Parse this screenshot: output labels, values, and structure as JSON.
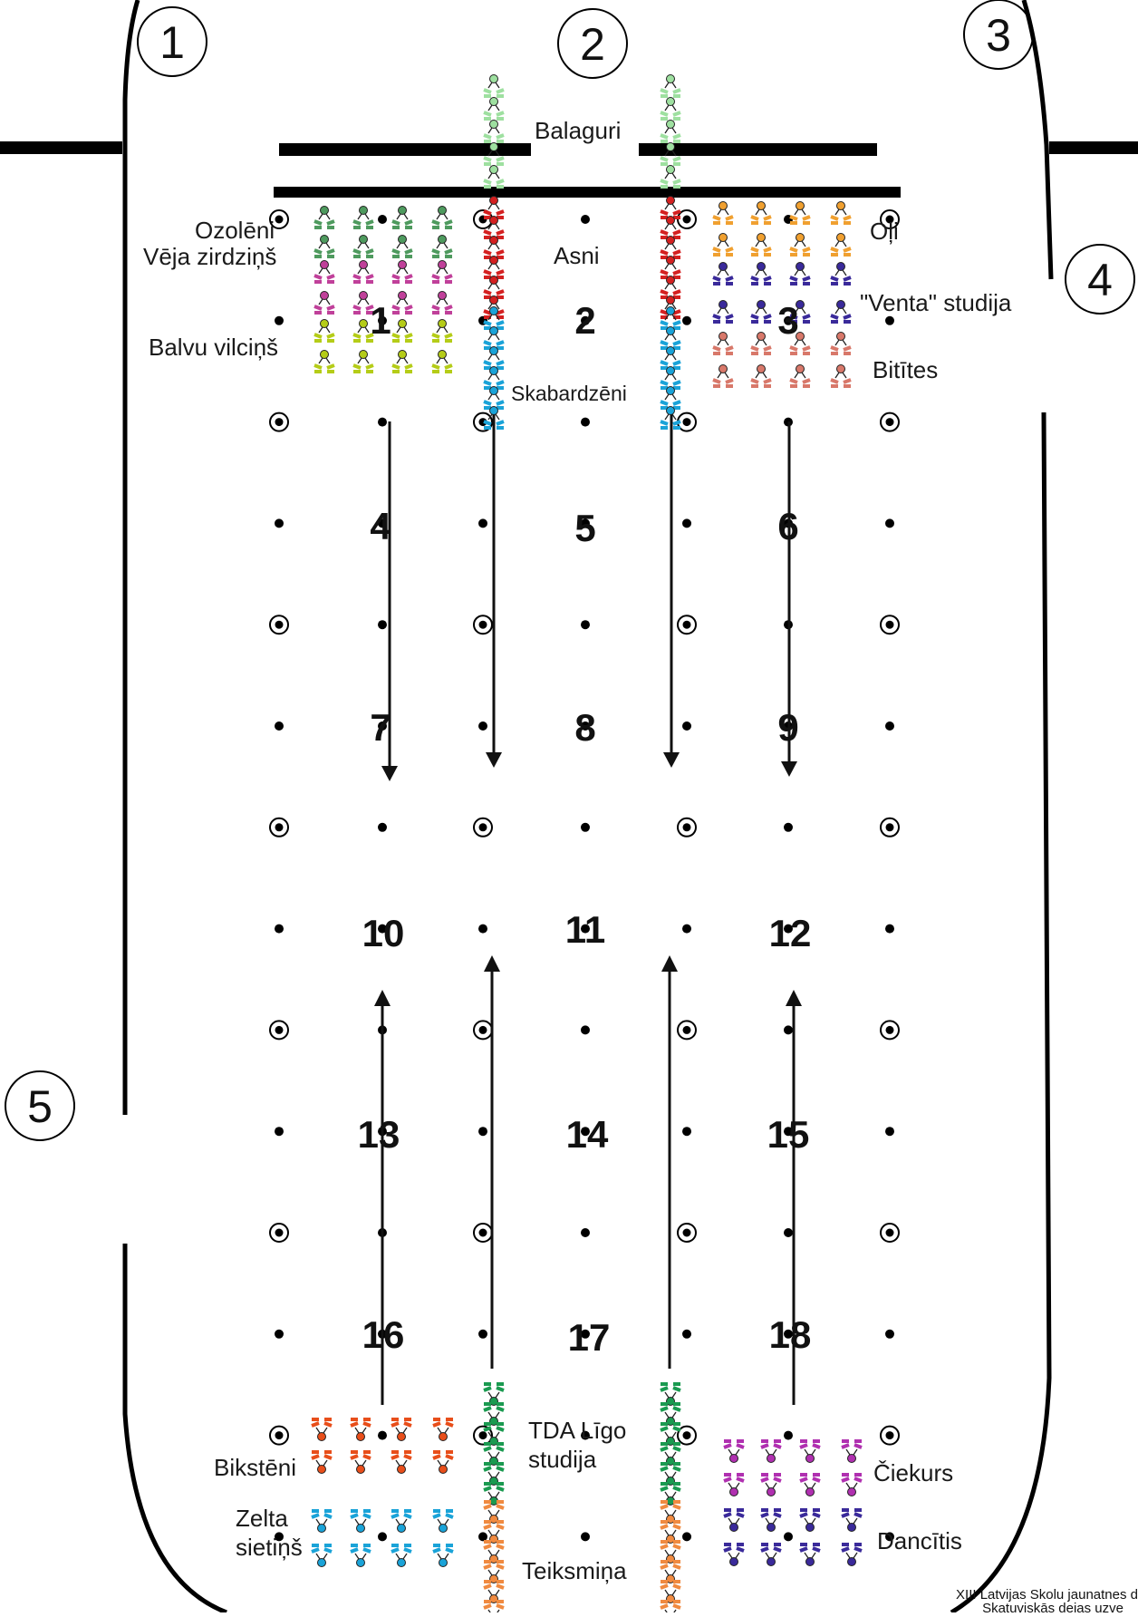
{
  "entrances": [
    "1",
    "2",
    "3",
    "4",
    "5"
  ],
  "zones": [
    "1",
    "2",
    "3",
    "4",
    "5",
    "6",
    "7",
    "8",
    "9",
    "10",
    "11",
    "12",
    "13",
    "14",
    "15",
    "16",
    "17",
    "18"
  ],
  "groups": {
    "balaguri": "Balaguri",
    "ozoleni": "Ozolēni",
    "veja_zirdzins": "Vēja zirdziņš",
    "balvu_vilcins": "Balvu vilciņš",
    "asni": "Asni",
    "skabardzeni": "Skabardzēni",
    "oli": "Oļi",
    "venta": "\"Venta\" studija",
    "bitites": "Bitītes",
    "bikstenī": "Bikstēni",
    "zelta_1": "Zelta",
    "zelta_2": "sietiņš",
    "tda_1": "TDA Līgo",
    "tda_2": "studija",
    "teiksmina": "Teiksmiņa",
    "ciekurs": "Čiekurs",
    "dancitis": "Dancītis"
  },
  "footer": {
    "line1": "XIII Latvijas Skolu jaunatnes d",
    "line2": "Skatuviskās dejas uzve"
  },
  "colors": {
    "ozoleni": "#4e9a5e",
    "veja_zirdzins": "#c0409a",
    "balvu_vilcins": "#b5cc18",
    "oli": "#f0a030",
    "venta": "#3a2a9a",
    "bitites": "#d8786a",
    "balaguri": "#9ee0a0",
    "asni": "#d42020",
    "skabardzeni": "#1aa3d8",
    "bikstenī": "#e84e1a",
    "zelta": "#1aa3d8",
    "ciekurs": "#b030b0",
    "dancitis": "#3a2a9a",
    "tda": "#1a9a50",
    "teiksmina": "#f08a40"
  }
}
